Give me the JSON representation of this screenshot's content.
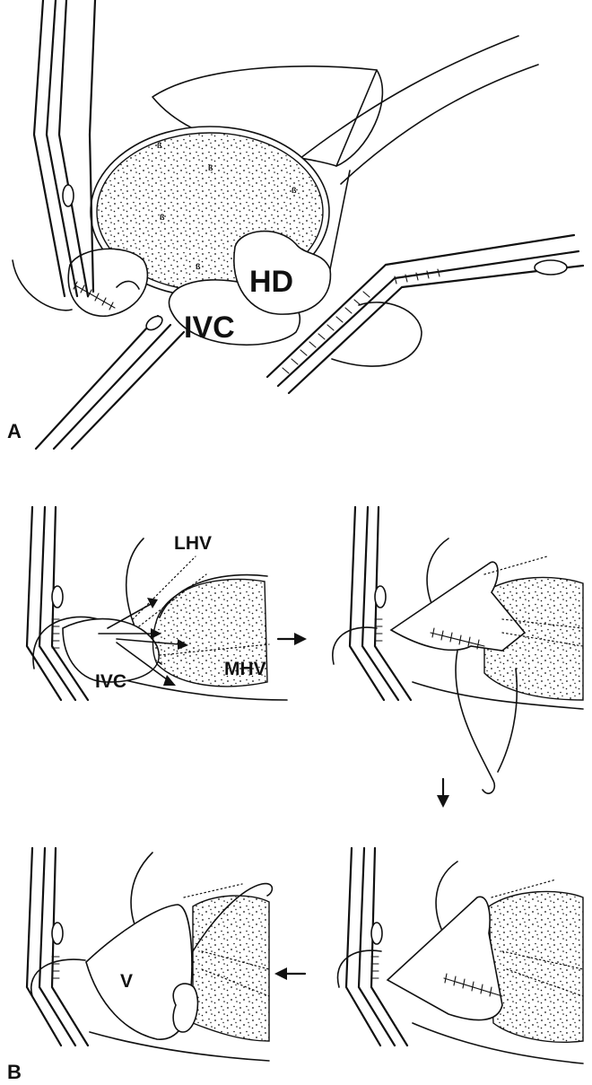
{
  "figure": {
    "panel_a_label": "A",
    "panel_b_label": "B",
    "labels": {
      "hd": "HD",
      "ivc_a": "IVC",
      "lhv": "LHV",
      "mhv": "MHV",
      "ivc_b": "IVC",
      "v": "V"
    }
  }
}
